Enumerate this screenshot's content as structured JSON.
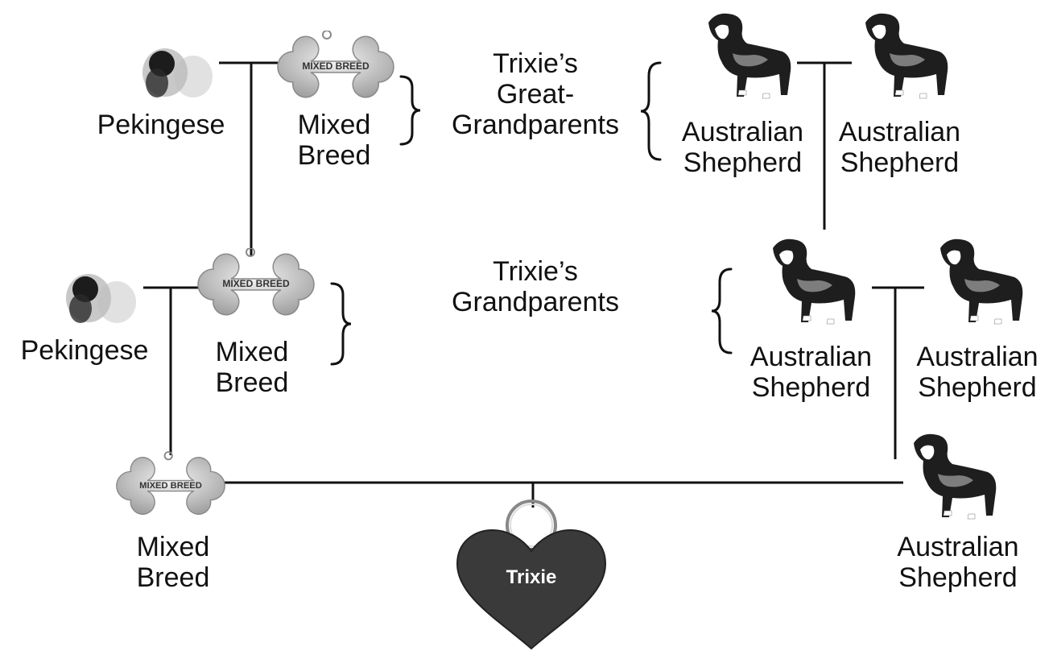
{
  "labels": {
    "great_grandparents": [
      "Trixie’s",
      "Great-",
      "Grandparents"
    ],
    "grandparents": [
      "Trixie’s",
      "Grandparents"
    ]
  },
  "tag_texts": {
    "mixed_breed_tag": "MIXED BREED",
    "trixie_tag": "Trixie"
  },
  "nodes": {
    "gg_left_pekingese": [
      "Pekingese"
    ],
    "gg_left_mixed": [
      "Mixed",
      "Breed"
    ],
    "gg_right_aussie_1": [
      "Australian",
      "Shepherd"
    ],
    "gg_right_aussie_2": [
      "Australian",
      "Shepherd"
    ],
    "gp_left_pekingese": [
      "Pekingese"
    ],
    "gp_left_mixed": [
      "Mixed",
      "Breed"
    ],
    "gp_right_aussie_1": [
      "Australian",
      "Shepherd"
    ],
    "gp_right_aussie_2": [
      "Australian",
      "Shepherd"
    ],
    "parent_mixed": [
      "Mixed",
      "Breed"
    ],
    "parent_aussie": [
      "Australian",
      "Shepherd"
    ]
  },
  "colors": {
    "line": "#111111",
    "tag_silver": "#c9c9c9",
    "heart": "#3a3a3a"
  }
}
